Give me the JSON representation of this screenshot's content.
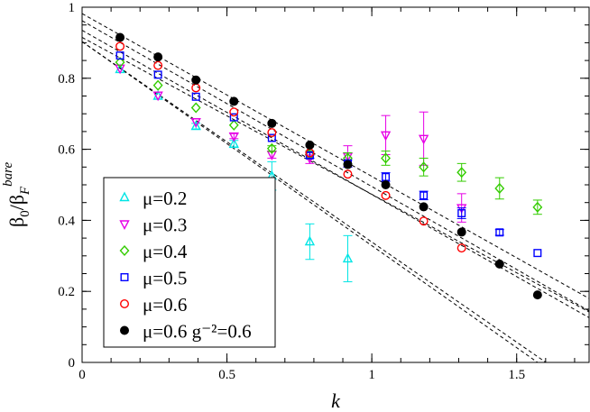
{
  "chart_data": {
    "type": "scatter",
    "title": "",
    "xlabel": "k",
    "ylabel": {
      "main": "β",
      "sub1": "0",
      "mid": "/β",
      "sub2": "F",
      "sup": "bare"
    },
    "xlim": [
      0,
      1.75
    ],
    "ylim": [
      0,
      1
    ],
    "x_ticks": [
      0,
      0.5,
      1,
      1.5
    ],
    "x_tick_labels": [
      "0",
      "0.5",
      "1",
      "1.5"
    ],
    "x_minor_step": 0.1,
    "y_ticks": [
      0,
      0.2,
      0.4,
      0.6,
      0.8,
      1
    ],
    "y_tick_labels": [
      "0",
      "0.2",
      "0.4",
      "0.6",
      "0.8",
      "1"
    ],
    "y_minor_step": 0.05,
    "grid": false,
    "legend": {
      "placement": "bottom-left",
      "entries": [
        {
          "label": "μ=0.2",
          "marker": "triangle-up",
          "color": "#00e5e5",
          "filled": false
        },
        {
          "label": "μ=0.3",
          "marker": "triangle-down",
          "color": "#e600e6",
          "filled": false
        },
        {
          "label": "μ=0.4",
          "marker": "diamond",
          "color": "#33cc00",
          "filled": false
        },
        {
          "label": "μ=0.5",
          "marker": "square",
          "color": "#0000ff",
          "filled": false
        },
        {
          "label": "μ=0.6",
          "marker": "circle",
          "color": "#ff0000",
          "filled": false
        },
        {
          "label": "μ=0.6 g⁻²=0.6",
          "marker": "circle",
          "color": "#000000",
          "filled": true
        }
      ]
    },
    "series": [
      {
        "name": "μ=0.2",
        "marker": "triangle-up",
        "color": "#00e5e5",
        "filled": false,
        "x": [
          0.131,
          0.262,
          0.393,
          0.524,
          0.655,
          0.786,
          0.917
        ],
        "y": [
          0.825,
          0.75,
          0.665,
          0.615,
          0.525,
          0.34,
          0.292
        ],
        "err": [
          0.005,
          0.005,
          0.008,
          0.01,
          0.04,
          0.05,
          0.065
        ]
      },
      {
        "name": "μ=0.3",
        "marker": "triangle-down",
        "color": "#e600e6",
        "filled": false,
        "x": [
          0.131,
          0.262,
          0.393,
          0.524,
          0.655,
          0.786,
          0.917,
          1.048,
          1.179,
          1.31
        ],
        "y": [
          0.828,
          0.752,
          0.677,
          0.637,
          0.585,
          0.575,
          0.58,
          0.64,
          0.63,
          0.435
        ],
        "err": [
          0.004,
          0.004,
          0.005,
          0.007,
          0.01,
          0.015,
          0.03,
          0.055,
          0.075,
          0.04
        ]
      },
      {
        "name": "μ=0.4",
        "marker": "diamond",
        "color": "#33cc00",
        "filled": false,
        "x": [
          0.131,
          0.262,
          0.393,
          0.524,
          0.655,
          0.786,
          0.917,
          1.048,
          1.179,
          1.31,
          1.441,
          1.572
        ],
        "y": [
          0.845,
          0.78,
          0.717,
          0.668,
          0.602,
          0.585,
          0.575,
          0.575,
          0.55,
          0.535,
          0.49,
          0.437
        ],
        "err": [
          0.004,
          0.004,
          0.005,
          0.006,
          0.008,
          0.01,
          0.015,
          0.02,
          0.025,
          0.025,
          0.03,
          0.02
        ]
      },
      {
        "name": "μ=0.5",
        "marker": "square",
        "color": "#0000ff",
        "filled": false,
        "x": [
          0.131,
          0.262,
          0.393,
          0.524,
          0.655,
          0.786,
          0.917,
          1.048,
          1.179,
          1.31,
          1.441,
          1.572
        ],
        "y": [
          0.864,
          0.81,
          0.748,
          0.69,
          0.632,
          0.583,
          0.56,
          0.522,
          0.47,
          0.42,
          0.366,
          0.308
        ],
        "err": [
          0.003,
          0.003,
          0.004,
          0.005,
          0.006,
          0.008,
          0.01,
          0.012,
          0.012,
          0.015,
          0.008,
          0.006
        ]
      },
      {
        "name": "μ=0.6",
        "marker": "circle",
        "color": "#ff0000",
        "filled": false,
        "x": [
          0.131,
          0.262,
          0.393,
          0.524,
          0.655,
          0.786,
          0.917,
          1.048,
          1.179,
          1.31
        ],
        "y": [
          0.89,
          0.836,
          0.773,
          0.705,
          0.647,
          0.59,
          0.53,
          0.47,
          0.398,
          0.322
        ],
        "err": [
          0.003,
          0.003,
          0.004,
          0.004,
          0.005,
          0.005,
          0.006,
          0.006,
          0.006,
          0.006
        ]
      },
      {
        "name": "μ=0.6 g⁻²=0.6",
        "marker": "circle",
        "color": "#000000",
        "filled": true,
        "x": [
          0.131,
          0.262,
          0.393,
          0.524,
          0.655,
          0.786,
          0.917,
          1.048,
          1.179,
          1.31,
          1.441,
          1.572
        ],
        "y": [
          0.915,
          0.86,
          0.795,
          0.735,
          0.673,
          0.612,
          0.557,
          0.5,
          0.438,
          0.367,
          0.277,
          0.19
        ],
        "err": [
          0.003,
          0.003,
          0.003,
          0.004,
          0.004,
          0.005,
          0.005,
          0.005,
          0.005,
          0.005,
          0.005,
          0.005
        ]
      }
    ],
    "fit_lines": [
      {
        "x": [
          0,
          1.75
        ],
        "y": [
          0.903,
          -0.102
        ]
      },
      {
        "x": [
          0,
          1.75
        ],
        "y": [
          0.903,
          -0.084
        ]
      },
      {
        "x": [
          0,
          1.75
        ],
        "y": [
          0.915,
          0.142
        ]
      },
      {
        "x": [
          0,
          1.75
        ],
        "y": [
          0.935,
          0.126
        ]
      },
      {
        "x": [
          0,
          1.75
        ],
        "y": [
          0.962,
          0.145
        ]
      },
      {
        "x": [
          0,
          1.75
        ],
        "y": [
          0.982,
          0.18
        ]
      }
    ]
  }
}
